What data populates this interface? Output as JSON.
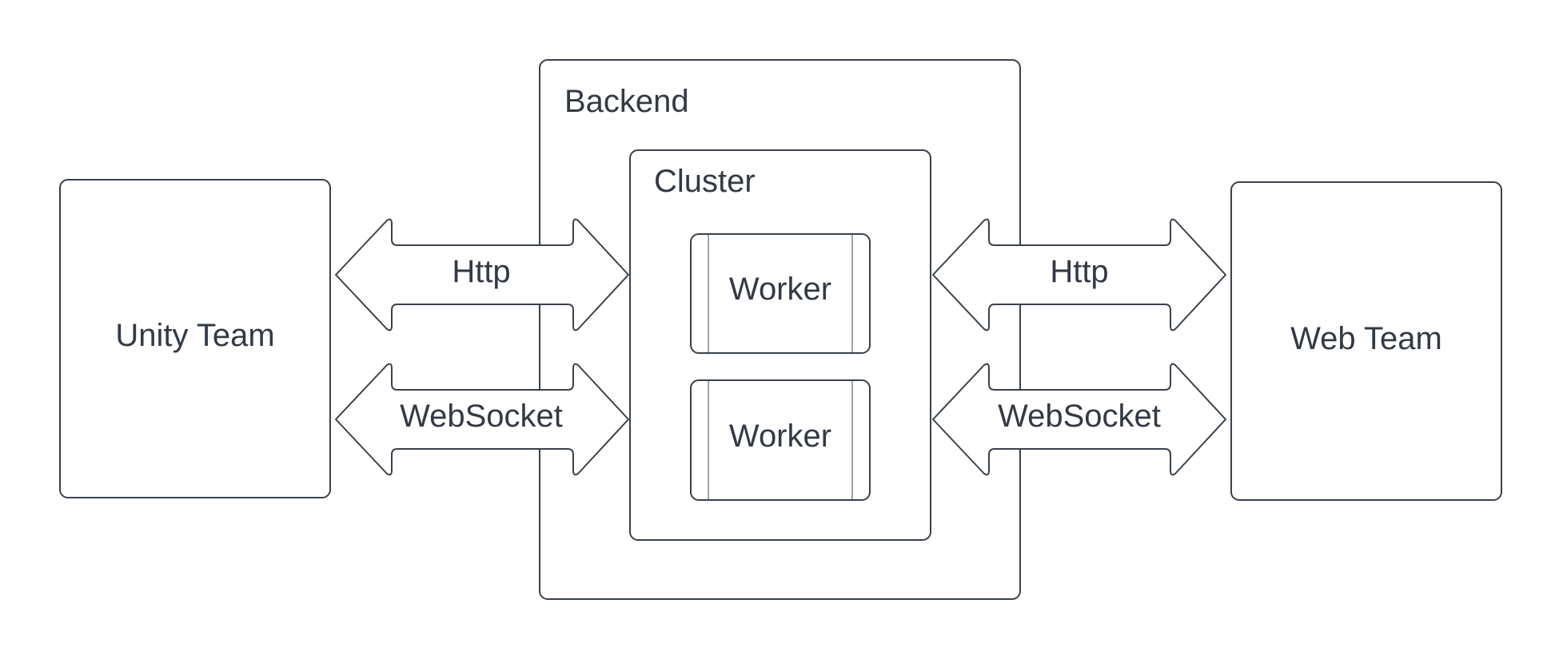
{
  "diagram": {
    "left_box": {
      "label": "Unity Team"
    },
    "right_box": {
      "label": "Web Team"
    },
    "backend": {
      "label": "Backend"
    },
    "cluster": {
      "label": "Cluster"
    },
    "workers": [
      {
        "label": "Worker"
      },
      {
        "label": "Worker"
      }
    ],
    "connections": {
      "left_http": {
        "label": "Http"
      },
      "left_websocket": {
        "label": "WebSocket"
      },
      "right_http": {
        "label": "Http"
      },
      "right_websocket": {
        "label": "WebSocket"
      }
    }
  },
  "colors": {
    "stroke": "#3a414c",
    "text": "#333a45",
    "background": "#ffffff"
  }
}
